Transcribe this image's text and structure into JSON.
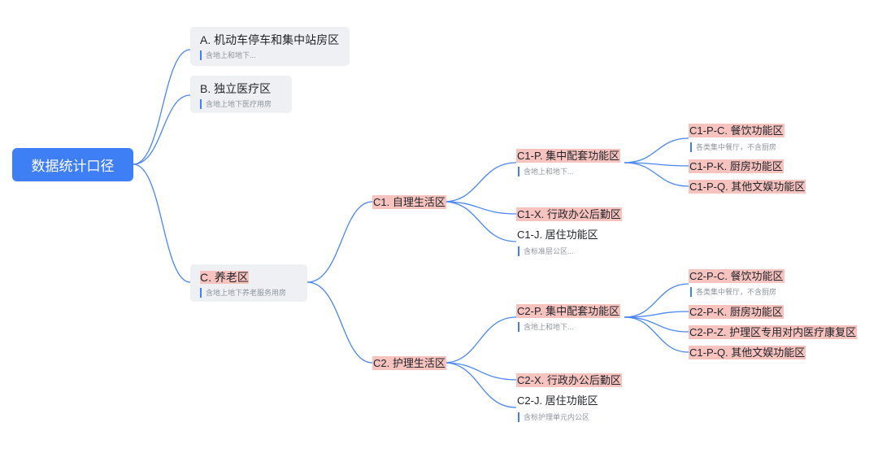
{
  "root": {
    "label": "数据统计口径"
  },
  "a": {
    "label": "A. 机动车停车和集中站房区",
    "note": "含地上和地下..."
  },
  "b": {
    "label": "B. 独立医疗区",
    "note": "含地上地下医疗用房"
  },
  "c": {
    "label": "C. 养老区",
    "note": "含地上地下养老服务用房"
  },
  "c1": {
    "label": "C1. 自理生活区",
    "p": {
      "label": "C1-P. 集中配套功能区",
      "note": "含地上和地下..."
    },
    "pc": {
      "label": "C1-P-C. 餐饮功能区",
      "note": "各类集中餐厅，不含厨房"
    },
    "pk": {
      "label": "C1-P-K. 厨房功能区"
    },
    "pq": {
      "label": "C1-P-Q. 其他文娱功能区"
    },
    "x": {
      "label": "C1-X. 行政办公后勤区"
    },
    "j": {
      "label": "C1-J. 居住功能区",
      "note": "含标准层公区..."
    }
  },
  "c2": {
    "label": "C2. 护理生活区",
    "p": {
      "label": "C2-P. 集中配套功能区",
      "note": "含地上和地下..."
    },
    "pc": {
      "label": "C2-P-C. 餐饮功能区",
      "note": "各类集中餐厅，不含厨房"
    },
    "pk": {
      "label": "C2-P-K. 厨房功能区"
    },
    "pz": {
      "label": "C2-P-Z. 护理区专用对内医疗康复区"
    },
    "pq": {
      "label": "C1-P-Q. 其他文娱功能区"
    },
    "x": {
      "label": "C2-X. 行政办公后勤区"
    },
    "j": {
      "label": "C2-J. 居住功能区",
      "note": "含标护理单元内公区"
    }
  },
  "colors": {
    "accent": "#3f7ff6",
    "highlight": "#f7c3bf",
    "node_bg": "#eef0f3"
  }
}
